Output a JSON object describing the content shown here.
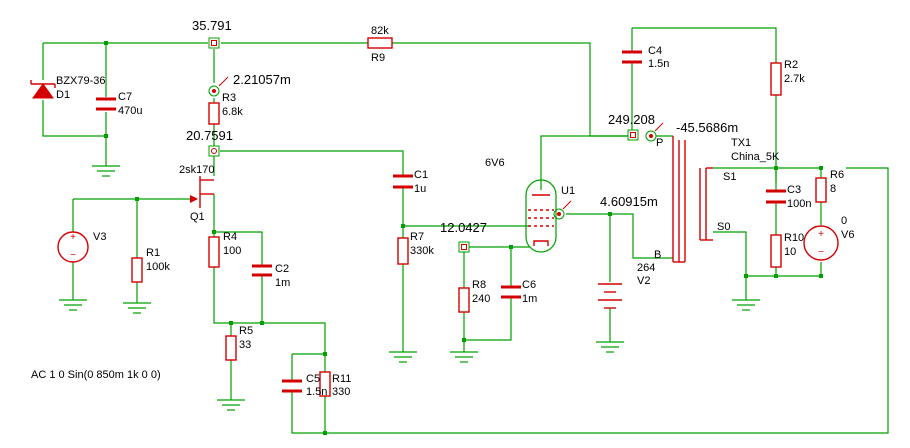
{
  "colors": {
    "wire": "#00a000",
    "component": "#d40000",
    "text": "#000000",
    "background": "#ffffff"
  },
  "probes": {
    "top_node": "35.791",
    "r3_current": "2.21057m",
    "drain_node": "20.7591",
    "cathode_node": "12.0427",
    "plate_node": "249.208",
    "plate_current": "-45.5686m",
    "screen_current": "4.60915m"
  },
  "components": {
    "d1_model": "BZX79-36",
    "d1_name": "D1",
    "c7_name": "C7",
    "c7_value": "470u",
    "r9_value": "82k",
    "r9_name": "R9",
    "r3_name": "R3",
    "r3_value": "6.8k",
    "q1_model": "2sk170",
    "q1_name": "Q1",
    "v3_name": "V3",
    "r1_name": "R1",
    "r1_value": "100k",
    "r4_name": "R4",
    "r4_value": "100",
    "c2_name": "C2",
    "c2_value": "1m",
    "r5_name": "R5",
    "r5_value": "33",
    "c5_name": "C5",
    "c5_value": "1.5n",
    "r11_name": "R11",
    "r11_value": "330",
    "c1_name": "C1",
    "c1_value": "1u",
    "r7_name": "R7",
    "r7_value": "330k",
    "tube_model": "6V6",
    "u1_name": "U1",
    "r8_name": "R8",
    "r8_value": "240",
    "c6_name": "C6",
    "c6_value": "1m",
    "v2_value": "264",
    "v2_name": "V2",
    "c4_name": "C4",
    "c4_value": "1.5n",
    "r2_name": "R2",
    "r2_value": "2.7k",
    "tx1_name": "TX1",
    "tx1_model": "China_5K",
    "tx_pin_p": "P",
    "tx_pin_b": "B",
    "tx_pin_s1": "S1",
    "tx_pin_s0": "S0",
    "c3_name": "C3",
    "c3_value": "100n",
    "r10_name": "R10",
    "r10_value": "10",
    "r6_name": "R6",
    "r6_value": "8",
    "v6_value": "0",
    "v6_name": "V6"
  },
  "source_spec": "AC 1 0 Sin(0 850m 1k 0 0)"
}
